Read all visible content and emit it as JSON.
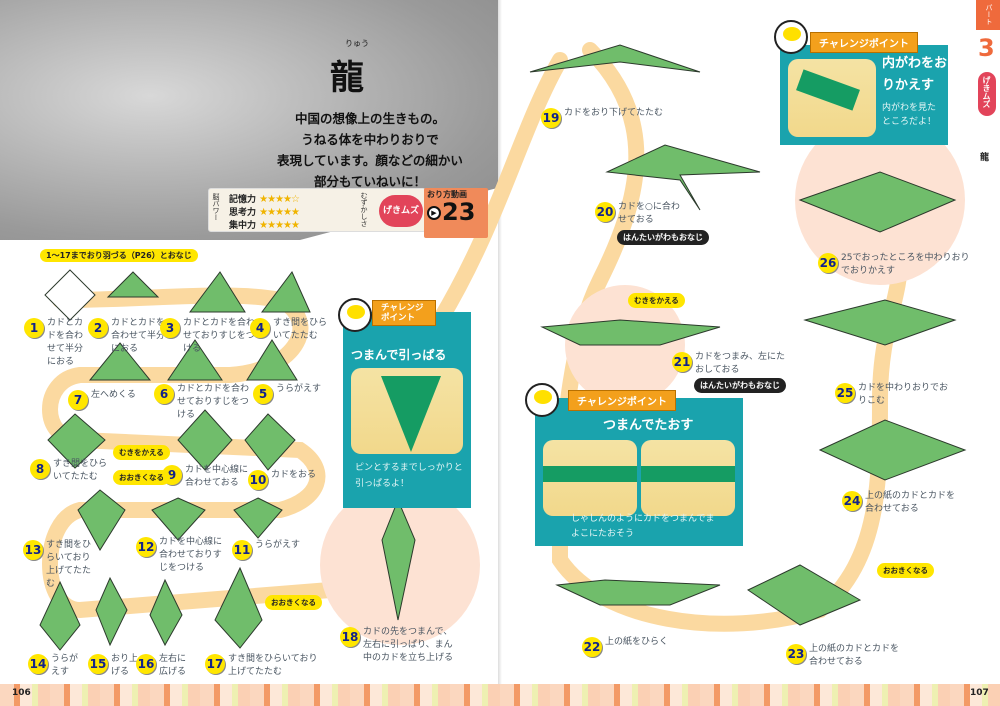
{
  "header": {
    "title": "龍",
    "title_ruby": "りゅう",
    "description": [
      "中国の想像上の生きもの。",
      "うねる体を中わりおりで",
      "表現しています。顔などの細かい",
      "部分もていねいに！"
    ]
  },
  "stats": {
    "brain_power_label": "脳パワー",
    "difficulty_label": "むずかしさ",
    "items": [
      {
        "label": "記憶力",
        "stars": "★★★★☆"
      },
      {
        "label": "思考力",
        "stars": "★★★★★"
      },
      {
        "label": "集中力",
        "stars": "★★★★★"
      }
    ],
    "difficulty": "げきムズ"
  },
  "video": {
    "label": "おり方動画",
    "number": "23",
    "play_icon": "▶"
  },
  "same_as": "1～17までおり羽づる（P26）とおなじ",
  "steps": [
    {
      "n": "1",
      "t": "カドとカドを合わせて半分におる"
    },
    {
      "n": "2",
      "t": "カドとカドを合わせて半分におる"
    },
    {
      "n": "3",
      "t": "カドとカドを合わせておりすじをつける"
    },
    {
      "n": "4",
      "t": "すき間をひらいてたたむ"
    },
    {
      "n": "5",
      "t": "うらがえす"
    },
    {
      "n": "6",
      "t": "カドとカドを合わせておりすじをつける"
    },
    {
      "n": "7",
      "t": "左へめくる"
    },
    {
      "n": "8",
      "t": "すき間をひらいてたたむ"
    },
    {
      "n": "9",
      "t": "カドを中心線に合わせておる"
    },
    {
      "n": "10",
      "t": "カドをおる"
    },
    {
      "n": "11",
      "t": "うらがえす"
    },
    {
      "n": "12",
      "t": "カドを中心線に合わせておりすじをつける"
    },
    {
      "n": "13",
      "t": "すき間をひらいており上げてたたむ"
    },
    {
      "n": "14",
      "t": "うらがえす"
    },
    {
      "n": "15",
      "t": "おり上げる"
    },
    {
      "n": "16",
      "t": "左右に広げる"
    },
    {
      "n": "17",
      "t": "すき間をひらいており上げてたたむ"
    },
    {
      "n": "18",
      "t": "カドの先をつまんで、左右に引っぱり、まん中のカドを立ち上げる"
    },
    {
      "n": "19",
      "t": "カドをおり下げてたたむ"
    },
    {
      "n": "20",
      "t": "カドを○に合わせておる"
    },
    {
      "n": "21",
      "t": "カドをつまみ、左にたおしておる"
    },
    {
      "n": "22",
      "t": "上の紙をひらく"
    },
    {
      "n": "23",
      "t": "上の紙のカドとカドを合わせておる"
    },
    {
      "n": "24",
      "t": "上の紙のカドとカドを合わせておる"
    },
    {
      "n": "25",
      "t": "カドを中わりおりでおりこむ"
    },
    {
      "n": "26",
      "t": "25でおったところを中わりおりでおりかえす"
    }
  ],
  "badges": {
    "same_other_side": "はんたいがわもおなじ",
    "turn_over": "むきをかえる",
    "bigger": "おおきくなる"
  },
  "challenge": {
    "label": "チャレンジポイント",
    "points": [
      {
        "title": "つまんで引っぱる",
        "text": "ピンとするまでしっかりと引っぱるよ！"
      },
      {
        "title": "つまんでたおす",
        "text": "しゃしんのようにカドをつまんでまよこにたおそう"
      },
      {
        "title": "内がわをおりかえす",
        "text": "内がわを見たところだよ！"
      }
    ]
  },
  "side_tab": {
    "part_label": "パート",
    "part_number": "3",
    "difficulty": "げきムズ",
    "model": "龍"
  },
  "pages": {
    "left": "106",
    "right": "107"
  },
  "colors": {
    "paper_green": "#6fbf6a",
    "accent_teal": "#1aa3ad",
    "badge_yellow": "#ffe600",
    "path_beige": "#fbd9a0"
  }
}
